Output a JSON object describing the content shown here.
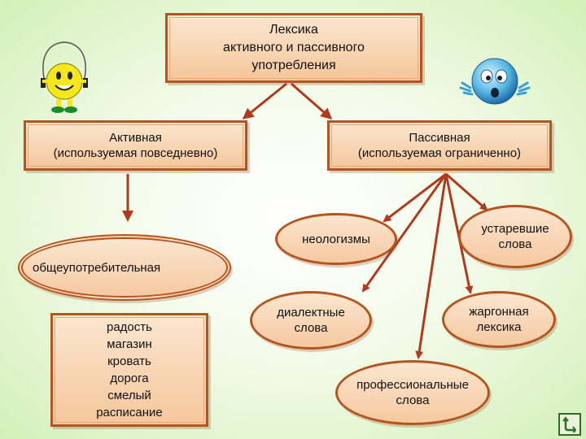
{
  "title": {
    "line1": "Лексика",
    "line2": "активного и пассивного",
    "line3": "употребления"
  },
  "active": {
    "line1": "Активная",
    "line2": "(используемая повседневно)"
  },
  "passive": {
    "line1": "Пассивная",
    "line2": "(используемая ограниченно)"
  },
  "common": "общеупотребительная",
  "examples": [
    "радость",
    "магазин",
    "кровать",
    "дорога",
    "смелый",
    "расписание"
  ],
  "categories": {
    "neologisms": "неологизмы",
    "obsolete": {
      "line1": "устаревшие",
      "line2": "слова"
    },
    "dialect": {
      "line1": "диалектные",
      "line2": "слова"
    },
    "jargon": {
      "line1": "жаргонная",
      "line2": "лексика"
    },
    "professional": {
      "line1": "профессиональные",
      "line2": "слова"
    }
  },
  "icons": {
    "left": "jumping-smiley-icon",
    "right": "blue-waving-smiley-icon",
    "nav": "return-arrow-icon"
  },
  "colors": {
    "box_border": "#b5541f",
    "arrow": "#b03a1e",
    "box_fill": "#f5c79c",
    "background": "#d3f0b9"
  }
}
